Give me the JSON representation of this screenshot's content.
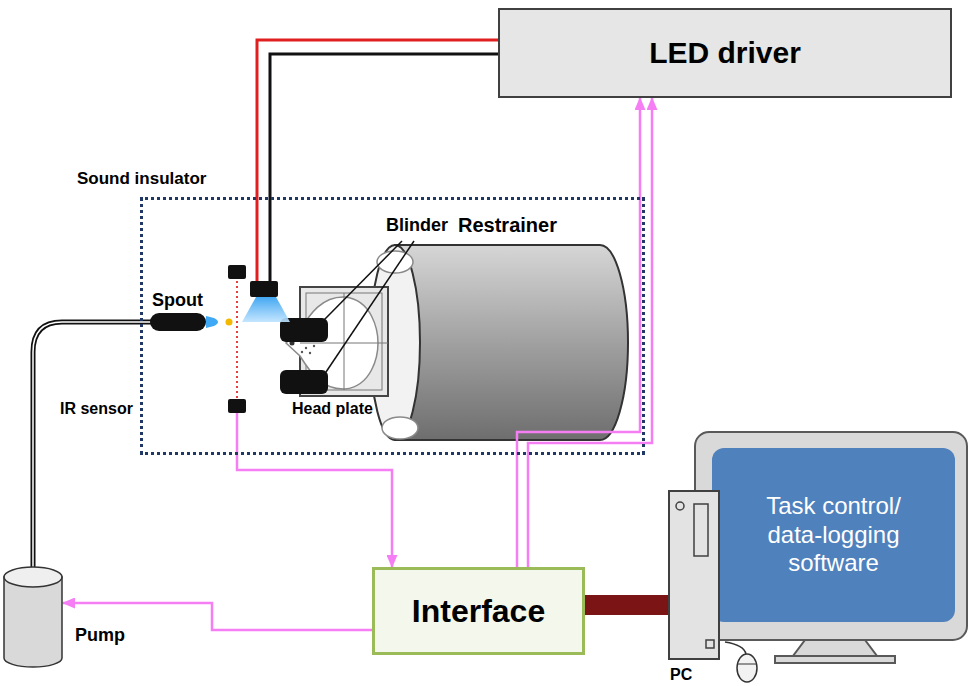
{
  "diagram": {
    "nodes": [
      {
        "text": [
          "LED driver"
        ]
      },
      {
        "text": [
          "Sound insulator"
        ]
      },
      {
        "text": [
          "IR sensor"
        ],
        "in": 1
      },
      {
        "text": [
          "Pump"
        ]
      },
      {
        "text": [
          "Interface"
        ]
      },
      {
        "text": [
          "Task control/ data-logging software"
        ]
      },
      {
        "text": [
          "PC"
        ]
      }
    ],
    "edges": [
      {
        "from": 2,
        "to": 4,
        "arrow": "to"
      },
      {
        "from": 4,
        "to": 3,
        "arrow": "to"
      },
      {
        "from": 4,
        "to": 0,
        "arrow": "to"
      },
      {
        "from": 4,
        "to": 0,
        "arrow": "to"
      },
      {
        "from": 4,
        "to": 6,
        "arrow": "none"
      }
    ],
    "labels": [
      "Spout",
      "Blinder",
      "Restrainer",
      "Head plate"
    ]
  }
}
